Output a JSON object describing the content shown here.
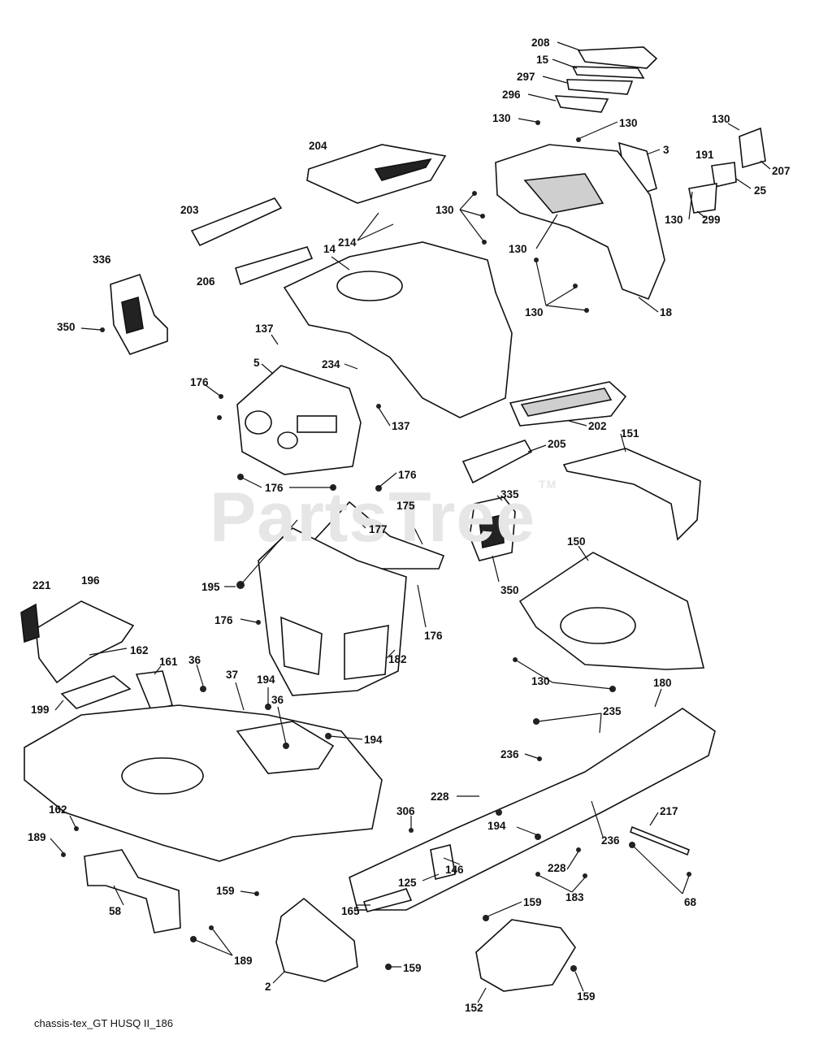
{
  "diagram": {
    "caption": "chassis-tex_GT HUSQ II_186",
    "watermark": "PartsTree",
    "watermark_mark": "TM",
    "callouts": [
      {
        "id": "c208",
        "text": "208"
      },
      {
        "id": "c15",
        "text": "15"
      },
      {
        "id": "c297",
        "text": "297"
      },
      {
        "id": "c296",
        "text": "296"
      },
      {
        "id": "c130a",
        "text": "130"
      },
      {
        "id": "c130b",
        "text": "130"
      },
      {
        "id": "c130c",
        "text": "130"
      },
      {
        "id": "c3",
        "text": "3"
      },
      {
        "id": "c191",
        "text": "191"
      },
      {
        "id": "c207",
        "text": "207"
      },
      {
        "id": "c25",
        "text": "25"
      },
      {
        "id": "c130d",
        "text": "130"
      },
      {
        "id": "c299",
        "text": "299"
      },
      {
        "id": "c204",
        "text": "204"
      },
      {
        "id": "c203",
        "text": "203"
      },
      {
        "id": "c130e",
        "text": "130"
      },
      {
        "id": "c214",
        "text": "214"
      },
      {
        "id": "c130f",
        "text": "130"
      },
      {
        "id": "c14",
        "text": "14"
      },
      {
        "id": "c336",
        "text": "336"
      },
      {
        "id": "c206",
        "text": "206"
      },
      {
        "id": "c130g",
        "text": "130"
      },
      {
        "id": "c18",
        "text": "18"
      },
      {
        "id": "c350a",
        "text": "350"
      },
      {
        "id": "c137a",
        "text": "137"
      },
      {
        "id": "c5",
        "text": "5"
      },
      {
        "id": "c234",
        "text": "234"
      },
      {
        "id": "c176a",
        "text": "176"
      },
      {
        "id": "c137b",
        "text": "137"
      },
      {
        "id": "c202",
        "text": "202"
      },
      {
        "id": "c205",
        "text": "205"
      },
      {
        "id": "c151",
        "text": "151"
      },
      {
        "id": "c176b",
        "text": "176"
      },
      {
        "id": "c176c",
        "text": "176"
      },
      {
        "id": "c335",
        "text": "335"
      },
      {
        "id": "c175",
        "text": "175"
      },
      {
        "id": "c177",
        "text": "177"
      },
      {
        "id": "c150",
        "text": "150"
      },
      {
        "id": "c221",
        "text": "221"
      },
      {
        "id": "c196",
        "text": "196"
      },
      {
        "id": "c195",
        "text": "195"
      },
      {
        "id": "c350b",
        "text": "350"
      },
      {
        "id": "c176d",
        "text": "176"
      },
      {
        "id": "c176e",
        "text": "176"
      },
      {
        "id": "c162a",
        "text": "162"
      },
      {
        "id": "c182",
        "text": "182"
      },
      {
        "id": "c130h",
        "text": "130"
      },
      {
        "id": "c36a",
        "text": "36"
      },
      {
        "id": "c161",
        "text": "161"
      },
      {
        "id": "c37",
        "text": "37"
      },
      {
        "id": "c194a",
        "text": "194"
      },
      {
        "id": "c36b",
        "text": "36"
      },
      {
        "id": "c180",
        "text": "180"
      },
      {
        "id": "c199",
        "text": "199"
      },
      {
        "id": "c235",
        "text": "235"
      },
      {
        "id": "c194b",
        "text": "194"
      },
      {
        "id": "c236a",
        "text": "236"
      },
      {
        "id": "c228a",
        "text": "228"
      },
      {
        "id": "c162b",
        "text": "162"
      },
      {
        "id": "c306",
        "text": "306"
      },
      {
        "id": "c217",
        "text": "217"
      },
      {
        "id": "c194c",
        "text": "194"
      },
      {
        "id": "c236b",
        "text": "236"
      },
      {
        "id": "c189a",
        "text": "189"
      },
      {
        "id": "c146",
        "text": "146"
      },
      {
        "id": "c228b",
        "text": "228"
      },
      {
        "id": "c125",
        "text": "125"
      },
      {
        "id": "c183",
        "text": "183"
      },
      {
        "id": "c68",
        "text": "68"
      },
      {
        "id": "c58",
        "text": "58"
      },
      {
        "id": "c159a",
        "text": "159"
      },
      {
        "id": "c165",
        "text": "165"
      },
      {
        "id": "c159b",
        "text": "159"
      },
      {
        "id": "c189b",
        "text": "189"
      },
      {
        "id": "c159c",
        "text": "159"
      },
      {
        "id": "c2",
        "text": "2"
      },
      {
        "id": "c152",
        "text": "152"
      },
      {
        "id": "c159d",
        "text": "159"
      }
    ]
  }
}
